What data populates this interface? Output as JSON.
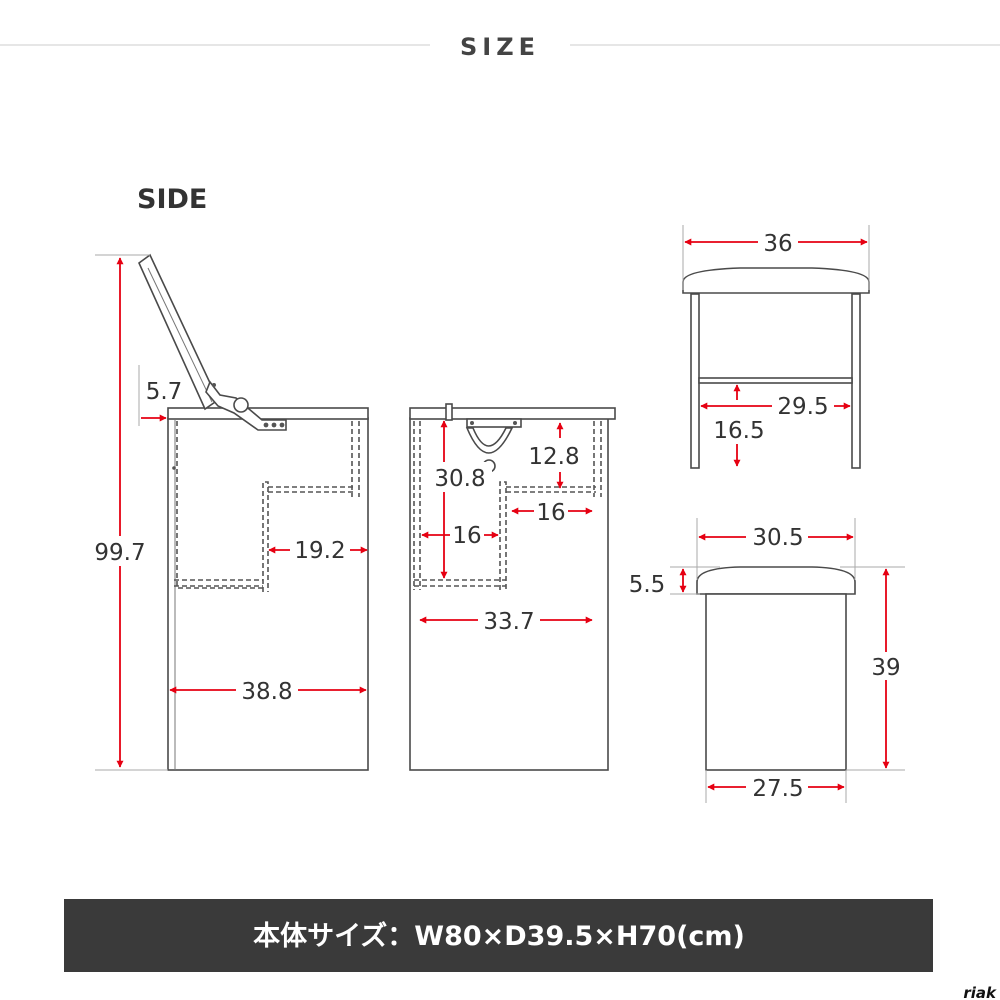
{
  "header": {
    "title": "SIZE"
  },
  "side_view": {
    "label": "SIDE"
  },
  "dimensions": {
    "total_height": "99.7",
    "lid_offset": "5.7",
    "shelf_depth": "19.2",
    "body_depth": "38.8",
    "mirror_clearance": "12.8",
    "inner_height": "30.8",
    "left_tray_width": "16",
    "right_tray_width": "16",
    "inner_width": "33.7",
    "stool_top_width": "36",
    "stool_inner_width": "29.5",
    "stool_rail_height": "16.5",
    "seat_width": "30.5",
    "cushion_thickness": "5.5",
    "stool_height": "39",
    "stool_base_width": "27.5"
  },
  "banner": {
    "text": "本体サイズ：W80×D39.5×H70(cm)"
  },
  "brand": {
    "name": "riak"
  },
  "colors": {
    "accent": "#e60012",
    "banner_bg": "#3a3a3a",
    "line": "#4a4a4a"
  }
}
